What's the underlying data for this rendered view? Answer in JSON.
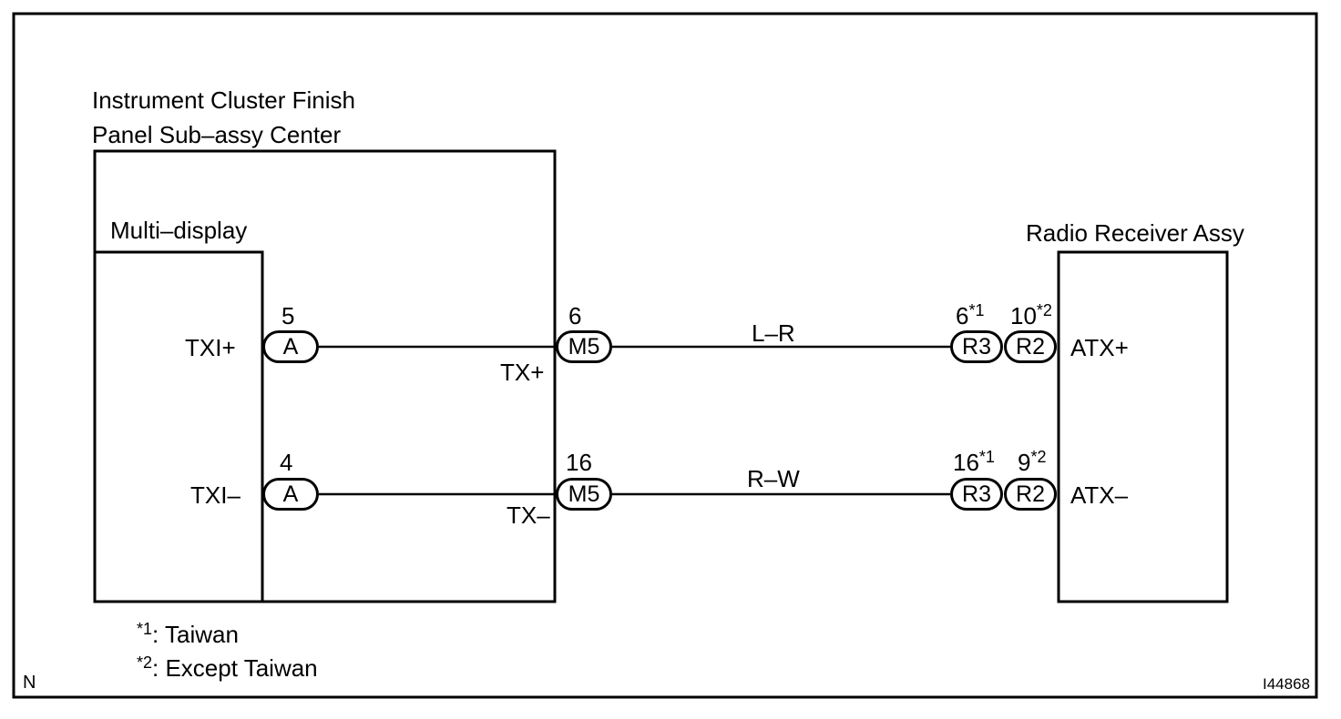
{
  "panel_title_line1": "Instrument Cluster Finish",
  "panel_title_line2": "Panel Sub–assy Center",
  "multi_display_title": "Multi–display",
  "radio_title": "Radio Receiver Assy",
  "pins": {
    "txi_plus": "TXI+",
    "txi_minus": "TXI–",
    "tx_plus": "TX+",
    "tx_minus": "TX–",
    "atx_plus": "ATX+",
    "atx_minus": "ATX–"
  },
  "connectors": {
    "a_top": {
      "label": "A",
      "pin": "5"
    },
    "a_bottom": {
      "label": "A",
      "pin": "4"
    },
    "m5_top": {
      "label": "M5",
      "pin": "6"
    },
    "m5_bottom": {
      "label": "M5",
      "pin": "16"
    },
    "r3_top": {
      "label": "R3",
      "pin": "6",
      "mark": "*1"
    },
    "r2_top": {
      "label": "R2",
      "pin": "10",
      "mark": "*2"
    },
    "r3_bottom": {
      "label": "R3",
      "pin": "16",
      "mark": "*1"
    },
    "r2_bottom": {
      "label": "R2",
      "pin": "9",
      "mark": "*2"
    }
  },
  "wires": {
    "top": "L–R",
    "bottom": "R–W"
  },
  "notes": [
    {
      "mark": "*1",
      "text": ": Taiwan"
    },
    {
      "mark": "*2",
      "text": ": Except Taiwan"
    }
  ],
  "corner_letter": "N",
  "figure_id": "I44868"
}
